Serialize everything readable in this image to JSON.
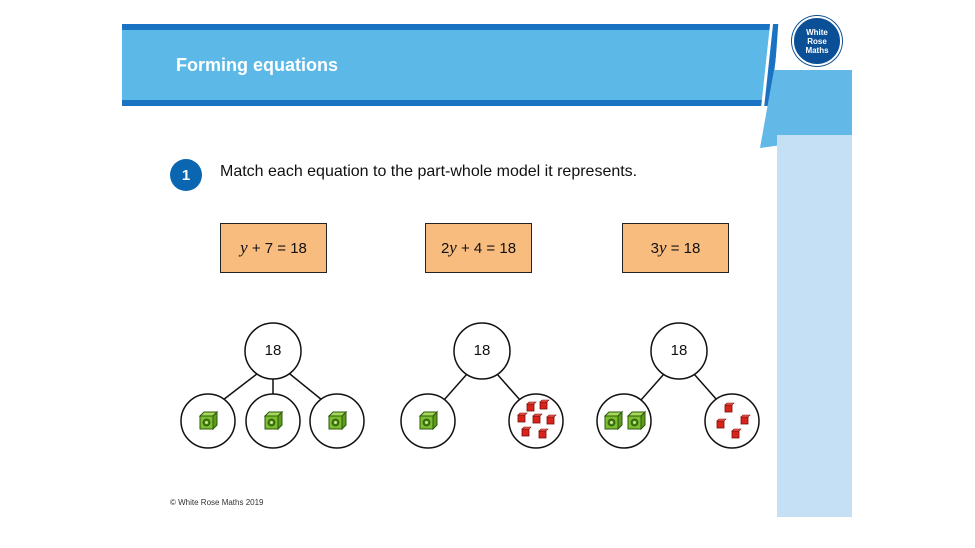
{
  "header": {
    "title": "Forming equations"
  },
  "logo": {
    "line1": "White",
    "line2": "Rose",
    "line3": "Maths"
  },
  "question": {
    "number": "1",
    "instruction": "Match each equation to the part-whole model it represents."
  },
  "equations": [
    {
      "coef": "",
      "var": "y",
      "rest": " + 7 = 18"
    },
    {
      "coef": "2",
      "var": "y",
      "rest": " + 4 = 18"
    },
    {
      "coef": "3",
      "var": "y",
      "rest": " = 18"
    }
  ],
  "models": [
    {
      "whole": "18",
      "parts": [
        "3 green cubes split"
      ]
    },
    {
      "whole": "18"
    },
    {
      "whole": "18"
    }
  ],
  "footer": {
    "copyright": "© White Rose Maths 2019"
  },
  "colors": {
    "banner": "#5cb8e6",
    "accent": "#0b66b1",
    "eq_box": "#f8bc7e",
    "strip": "#c5dff5",
    "cube_green": "#7cbf2e",
    "cube_red": "#d9241c"
  }
}
